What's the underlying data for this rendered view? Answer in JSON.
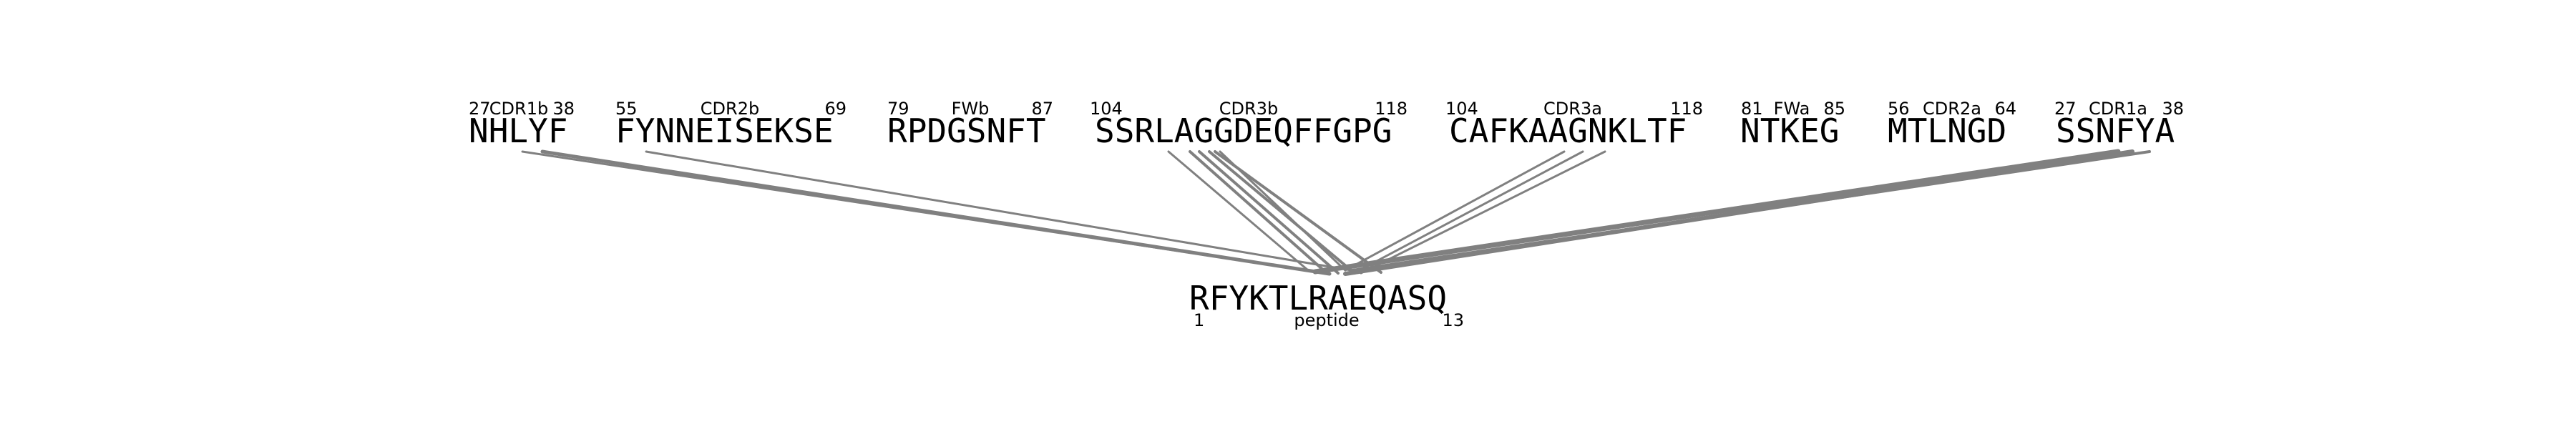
{
  "segments": [
    {
      "sequence": "NHLYF",
      "region": "CDR1b",
      "start": "27",
      "end": "38"
    },
    {
      "sequence": "FYNNEISEKSE",
      "region": "CDR2b",
      "start": "55",
      "end": "69"
    },
    {
      "sequence": "RPDGSNFT",
      "region": "FWb",
      "start": "79",
      "end": "87"
    },
    {
      "sequence": "SSRLAGGDEQFFGPG",
      "region": "CDR3b",
      "start": "104",
      "end": "118"
    },
    {
      "sequence": "CAFKAAGNKLTF",
      "region": "CDR3a",
      "start": "104",
      "end": "118"
    },
    {
      "sequence": "NTKEG",
      "region": "FWa",
      "start": "81",
      "end": "85"
    },
    {
      "sequence": "MTLNGD",
      "region": "CDR2a",
      "start": "56",
      "end": "64"
    },
    {
      "sequence": "SSNFYA",
      "region": "CDR1a",
      "start": "27",
      "end": "38"
    }
  ],
  "peptide": {
    "sequence": "RFYKTLRAEQASQ",
    "label": "peptide",
    "start": "1",
    "end": "13"
  },
  "link_color": "#808080"
}
